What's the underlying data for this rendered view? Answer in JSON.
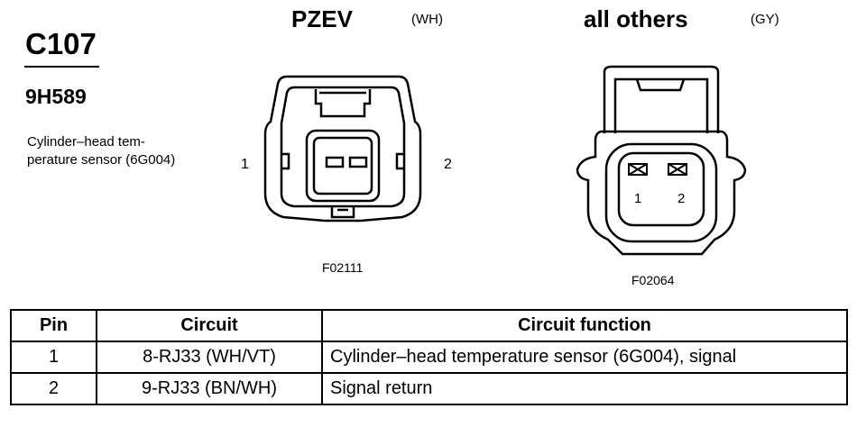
{
  "connector": {
    "id": "C107",
    "part_number": "9H589",
    "description": "Cylinder–head tem- perature sensor (6G004)"
  },
  "views": [
    {
      "title": "PZEV",
      "color": "(WH)",
      "pin_left": "1",
      "pin_right": "2",
      "figure_code": "F02111"
    },
    {
      "title": "all others",
      "color": "(GY)",
      "pin_left": "1",
      "pin_right": "2",
      "figure_code": "F02064"
    }
  ],
  "table": {
    "headers": [
      "Pin",
      "Circuit",
      "Circuit function"
    ],
    "rows": [
      [
        "1",
        "8-RJ33 (WH/VT)",
        "Cylinder–head temperature sensor (6G004), signal"
      ],
      [
        "2",
        "9-RJ33 (BN/WH)",
        "Signal return"
      ]
    ]
  }
}
